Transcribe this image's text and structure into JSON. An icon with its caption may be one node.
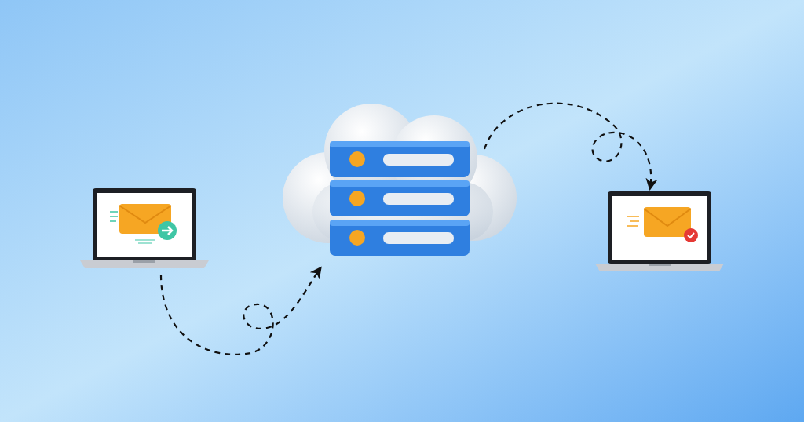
{
  "diagram": {
    "nodes": [
      {
        "text": [],
        "shape": "picture"
      },
      {
        "text": [],
        "shape": "picture"
      },
      {
        "text": [],
        "shape": "picture"
      }
    ],
    "edges": [
      {
        "from": 0,
        "to": 1,
        "arrow": "to",
        "style": "dashed"
      },
      {
        "from": 1,
        "to": 2,
        "arrow": "to",
        "style": "dashed"
      }
    ]
  }
}
